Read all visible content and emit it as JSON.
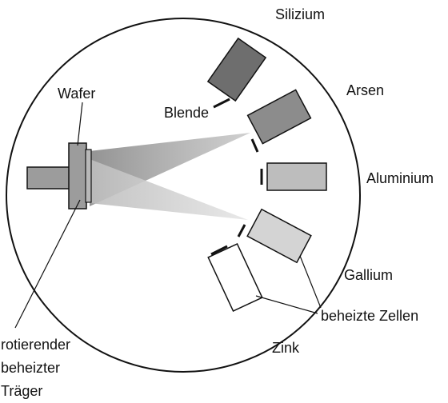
{
  "labels": {
    "silizium": "Silizium",
    "arsen": "Arsen",
    "aluminium": "Aluminium",
    "gallium": "Gallium",
    "zink": "Zink",
    "wafer": "Wafer",
    "blende": "Blende",
    "heated_cells": "beheizte Zellen",
    "holder_line1": "rotierender",
    "holder_line2": "beheizter",
    "holder_line3": "Träger"
  },
  "colors": {
    "silizium_cell": "#6e6e6e",
    "arsen_cell": "#8c8c8c",
    "aluminium_cell": "#bdbdbd",
    "gallium_cell": "#d4d4d4",
    "zink_cell": "#ffffff",
    "wafer_holder": "#9c9c9c",
    "beam_dark": "#a8a8a8",
    "beam_light": "#d8d8d8",
    "outline": "#111111"
  }
}
